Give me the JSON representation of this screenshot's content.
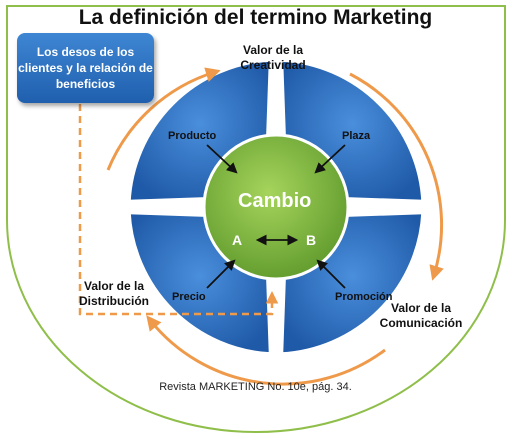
{
  "title": "La definición del termino Marketing",
  "callout": "Los desos de los clientes y la relación de beneficios",
  "values": {
    "creatividad": "Valor de la Creatividad",
    "distribucion": "Valor de la Distribución",
    "comunicacion": "Valor de la Comunicación"
  },
  "segments": {
    "producto": "Producto",
    "plaza": "Plaza",
    "precio": "Precio",
    "promocion": "Promoción"
  },
  "center": {
    "title": "Cambio",
    "a": "A",
    "b": "B"
  },
  "source": "Revista MARKETING No. 10e, pág. 34.",
  "colors": {
    "ring": "#2f6bbf",
    "center": "#7ab33d",
    "arrows": "#ef9a4a",
    "frame": "#8fbf4a"
  }
}
